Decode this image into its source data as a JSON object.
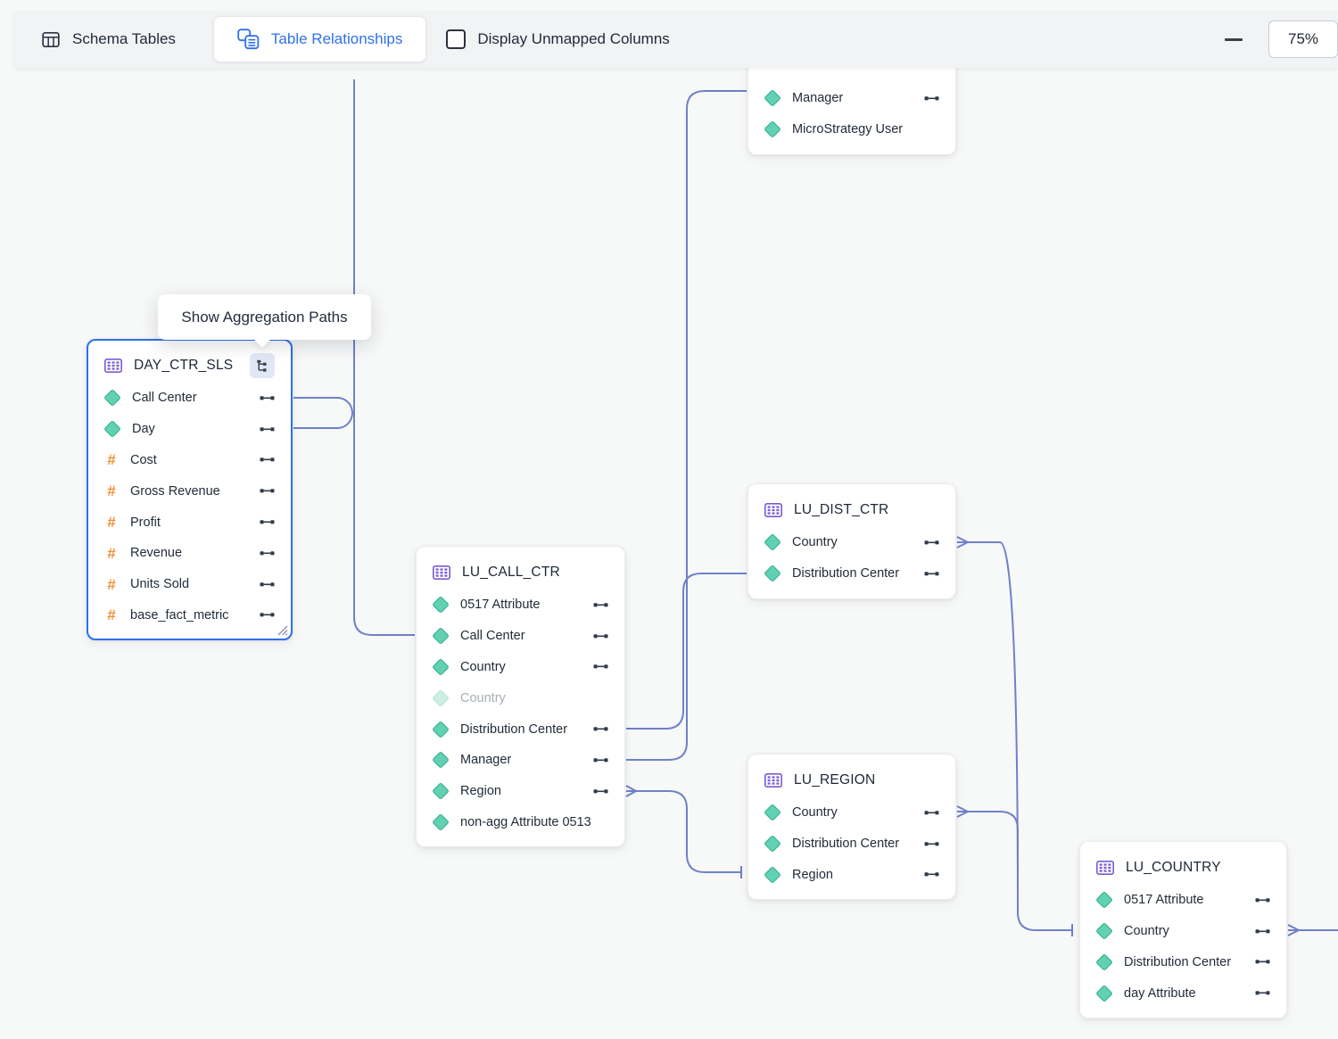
{
  "toolbar": {
    "schema_tables_label": "Schema Tables",
    "table_relationships_label": "Table Relationships",
    "display_unmapped_label": "Display Unmapped Columns",
    "display_unmapped_checked": false,
    "zoom_level": "75%"
  },
  "tooltip": {
    "text": "Show Aggregation Paths"
  },
  "icons": {
    "fact_glyph": "#"
  },
  "colors": {
    "selection_blue": "#2e6fe8",
    "tab_active_blue": "#2e72e8",
    "edge_slate_blue": "#6e81c8",
    "attribute_teal": "#62d1b3",
    "fact_orange": "#f09138",
    "table_icon_purple": "#7a5cd0",
    "canvas_bg": "#f7f8f8",
    "toolbar_bg": "#f2f3f5"
  },
  "tables": {
    "user_table_partial": {
      "rows": [
        {
          "label": "Manager",
          "icon": "attribute",
          "mapped": true
        },
        {
          "label": "MicroStrategy User",
          "icon": "attribute",
          "mapped": false
        }
      ]
    },
    "day_ctr_sls": {
      "title": "DAY_CTR_SLS",
      "selected": true,
      "rows": [
        {
          "label": "Call Center",
          "icon": "attribute",
          "mapped": true
        },
        {
          "label": "Day",
          "icon": "attribute",
          "mapped": true
        },
        {
          "label": "Cost",
          "icon": "fact",
          "mapped": true
        },
        {
          "label": "Gross Revenue",
          "icon": "fact",
          "mapped": true
        },
        {
          "label": "Profit",
          "icon": "fact",
          "mapped": true
        },
        {
          "label": "Revenue",
          "icon": "fact",
          "mapped": true
        },
        {
          "label": "Units Sold",
          "icon": "fact",
          "mapped": true
        },
        {
          "label": "base_fact_metric",
          "icon": "fact",
          "mapped": true
        }
      ]
    },
    "lu_call_ctr": {
      "title": "LU_CALL_CTR",
      "rows": [
        {
          "label": "0517 Attribute",
          "icon": "attribute",
          "mapped": true
        },
        {
          "label": "Call Center",
          "icon": "attribute",
          "mapped": true
        },
        {
          "label": "Country",
          "icon": "attribute",
          "mapped": true
        },
        {
          "label": "Country",
          "icon": "attribute",
          "mapped": false,
          "disabled": true
        },
        {
          "label": "Distribution Center",
          "icon": "attribute",
          "mapped": true
        },
        {
          "label": "Manager",
          "icon": "attribute",
          "mapped": true
        },
        {
          "label": "Region",
          "icon": "attribute",
          "mapped": true
        },
        {
          "label": "non-agg Attribute 0513",
          "icon": "attribute",
          "mapped": false
        }
      ]
    },
    "lu_dist_ctr": {
      "title": "LU_DIST_CTR",
      "rows": [
        {
          "label": "Country",
          "icon": "attribute",
          "mapped": true
        },
        {
          "label": "Distribution Center",
          "icon": "attribute",
          "mapped": true
        }
      ]
    },
    "lu_region": {
      "title": "LU_REGION",
      "rows": [
        {
          "label": "Country",
          "icon": "attribute",
          "mapped": true
        },
        {
          "label": "Distribution Center",
          "icon": "attribute",
          "mapped": true
        },
        {
          "label": "Region",
          "icon": "attribute",
          "mapped": true
        }
      ]
    },
    "lu_country": {
      "title": "LU_COUNTRY",
      "rows": [
        {
          "label": "0517 Attribute",
          "icon": "attribute",
          "mapped": true
        },
        {
          "label": "Country",
          "icon": "attribute",
          "mapped": true
        },
        {
          "label": "Distribution Center",
          "icon": "attribute",
          "mapped": true
        },
        {
          "label": "day Attribute",
          "icon": "attribute",
          "mapped": true
        }
      ]
    }
  }
}
